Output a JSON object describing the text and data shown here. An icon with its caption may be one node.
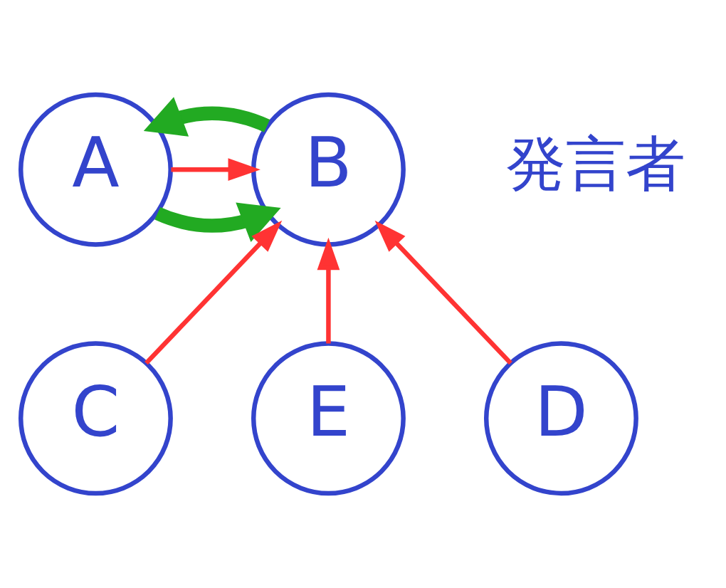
{
  "diagram": {
    "nodes": [
      {
        "text": [
          "A"
        ]
      },
      {
        "text": [
          "B"
        ],
        "beside": [
          "発言者"
        ]
      },
      {
        "text": [
          "C"
        ]
      },
      {
        "text": [
          "E"
        ]
      },
      {
        "text": [
          "D"
        ]
      }
    ],
    "edges": [
      {
        "from": 1,
        "to": 0,
        "arrow": "to",
        "style": "thick",
        "color": "#22aa22"
      },
      {
        "from": 0,
        "to": 1,
        "arrow": "to"
      },
      {
        "from": 0,
        "to": 1,
        "arrow": "to",
        "style": "thick",
        "color": "#22aa22"
      },
      {
        "from": 3,
        "to": 1,
        "arrow": "to"
      },
      {
        "from": 4,
        "to": 1,
        "arrow": "to"
      },
      {
        "from": 2,
        "to": 1,
        "arrow": "to"
      }
    ]
  }
}
